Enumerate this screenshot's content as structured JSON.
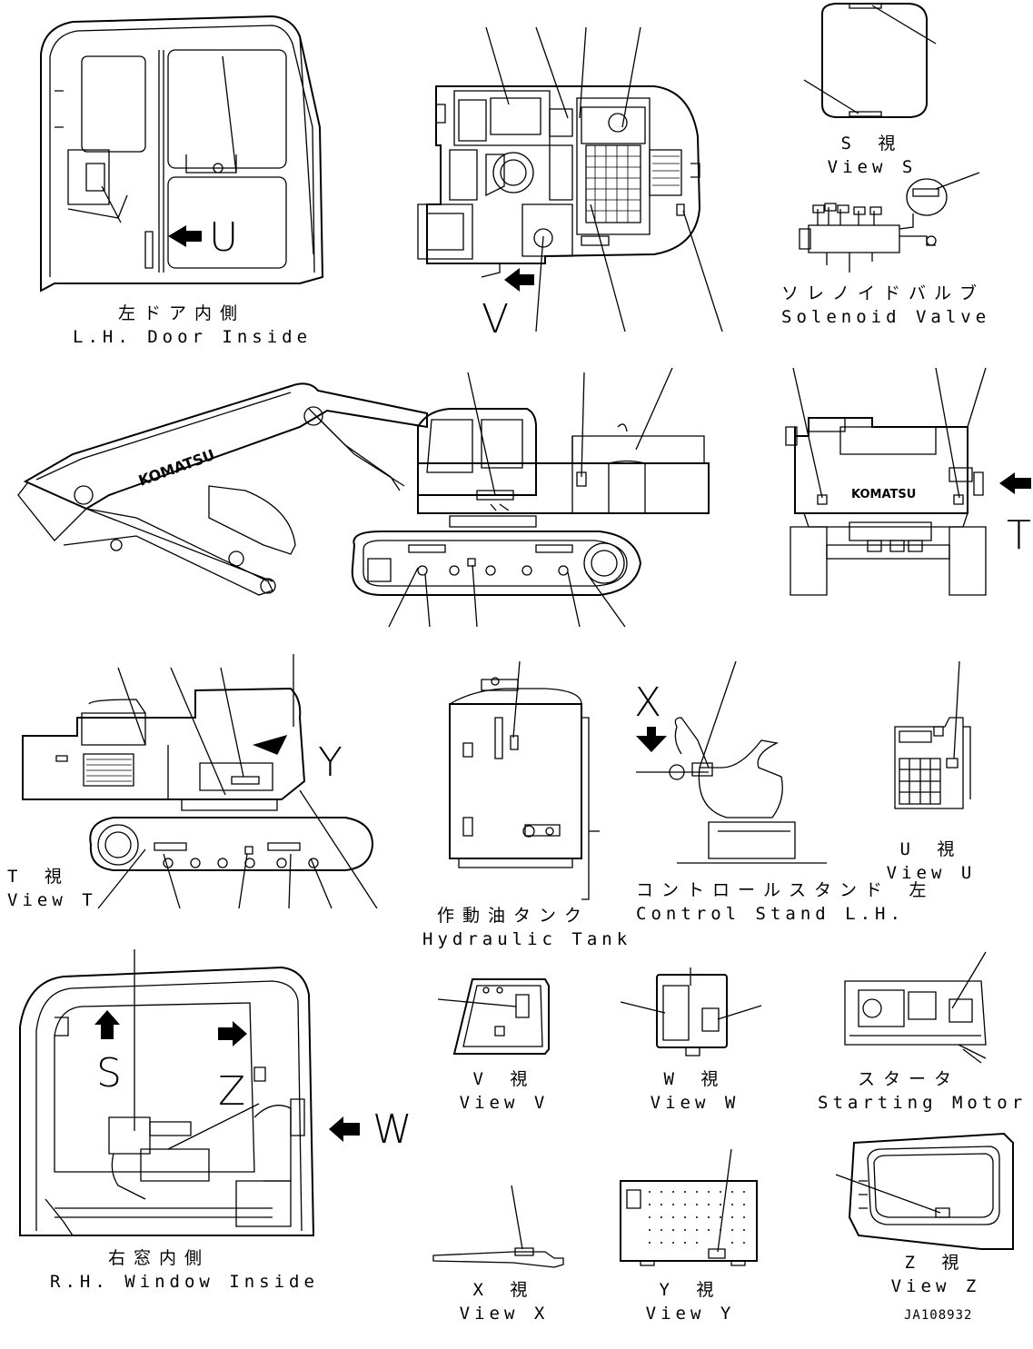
{
  "views": {
    "door_lh": {
      "jp": "左ドア内側",
      "en": "L.H. Door Inside"
    },
    "view_s": {
      "jp": "S 視",
      "en": "View S"
    },
    "solenoid": {
      "jp": "ソレノイドバルブ",
      "en": "Solenoid Valve"
    },
    "view_t": {
      "jp": "T 視",
      "en": "View T"
    },
    "hyd_tank": {
      "jp": "作動油タンク",
      "en": "Hydraulic Tank"
    },
    "control_stand": {
      "jp": "コントロールスタンド 左",
      "en": "Control Stand L.H."
    },
    "view_u": {
      "jp": "U 視",
      "en": "View U"
    },
    "window_rh": {
      "jp": "右窓内側",
      "en": "R.H. Window Inside"
    },
    "view_v": {
      "jp": "V 視",
      "en": "View V"
    },
    "view_w": {
      "jp": "W 視",
      "en": "View W"
    },
    "starting_motor": {
      "jp": "スタータ",
      "en": "Starting Motor"
    },
    "view_x": {
      "jp": "X 視",
      "en": "View X"
    },
    "view_y": {
      "jp": "Y 視",
      "en": "View Y"
    },
    "view_z": {
      "jp": "Z 視",
      "en": "View Z"
    }
  },
  "markers": {
    "u": "U",
    "v": "V",
    "t": "T",
    "x": "X",
    "y": "Y",
    "s": "S",
    "z": "Z",
    "w": "W"
  },
  "brand": "KOMATSU",
  "drawing_number": "JA108932"
}
